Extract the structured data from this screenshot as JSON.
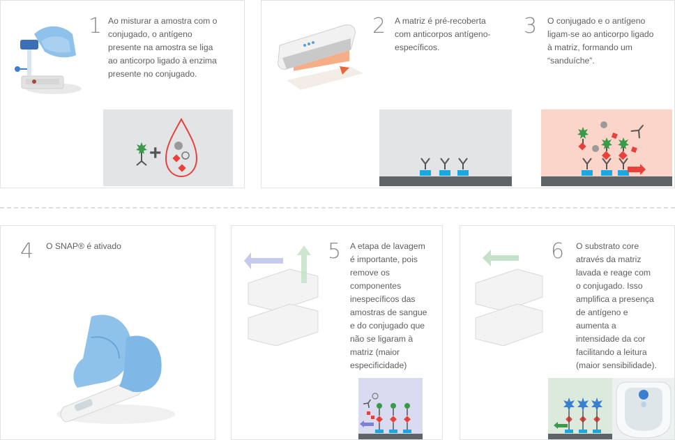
{
  "steps": [
    {
      "number": "1",
      "text": "Ao misturar a amostra com o\nconjugado, o antígeno\npresente na amostra se liga\nao anticorpo ligado à enzima\npresente no conjugado."
    },
    {
      "number": "2",
      "text": "A matriz é pré-recoberta\ncom anticorpos antígeno-\nespecíficos."
    },
    {
      "number": "3",
      "text": "O conjugado e o antígeno\nligam-se ao anticorpo ligado\nà matriz, formando um\n“sanduíche”."
    },
    {
      "number": "4",
      "text": "O SNAP® é ativado"
    },
    {
      "number": "5",
      "text": "A etapa de lavagem\né importante, pois\nremove os\ncomponentes\ninespecíficos das\namostras de sangue\ne do conjugado que\nnão se ligaram à\nmatriz (maior\nespecificidade)"
    },
    {
      "number": "6",
      "text": "O substrato core\natravés da matriz\nlavada e reage com\no conjugado. Isso\namplifica a presença\nde antígeno e\naumenta a\nintensidade da cor\nfacilitando a leitura\n(maior sensibilidade)."
    }
  ],
  "colors": {
    "antibody_blue": "#19a9e0",
    "antigen_red": "#e8413c",
    "enzyme_green": "#3a9a4a",
    "matrix_gray": "#5f6468",
    "panel_gray": "#e3e4e6",
    "panel_pink": "#fbd5c9",
    "panel_lavender": "#d9dcf0",
    "panel_mint": "#dceadd"
  }
}
